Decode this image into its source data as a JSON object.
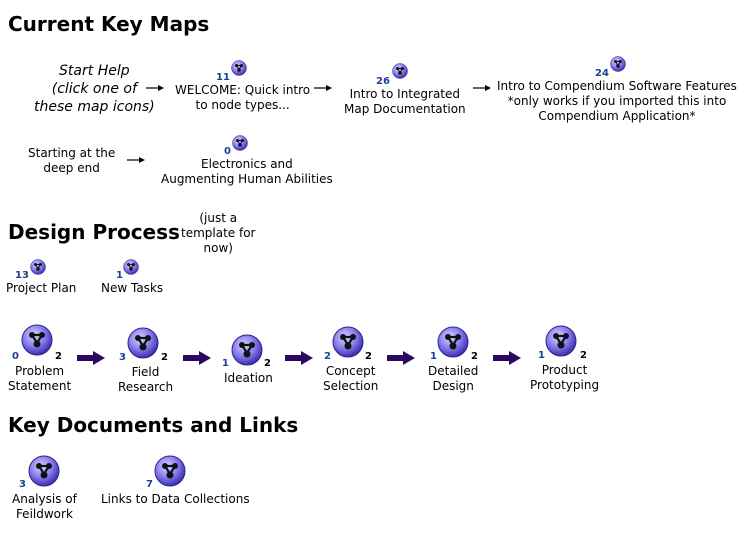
{
  "sections": {
    "current_key_maps": "Current Key Maps",
    "design_process": "Design Process",
    "key_documents": "Key Documents and Links"
  },
  "start_help": {
    "line1": "Start Help",
    "line2": "(click one of",
    "line3": "these map icons)"
  },
  "key_maps": [
    {
      "count": "11",
      "line1": "WELCOME: Quick intro",
      "line2": "to node types..."
    },
    {
      "count": "26",
      "line1": "Intro to Integrated",
      "line2": "Map Documentation"
    },
    {
      "count": "24",
      "line1": "Intro to Compendium Software Features",
      "line2": "*only works if you imported this into",
      "line3": "Compendium Application*"
    }
  ],
  "deep_end": {
    "line1": "Starting at the",
    "line2": "deep end"
  },
  "electronics": {
    "count": "0",
    "line1": "Electronics and",
    "line2": "Augmenting Human Abilities"
  },
  "design_note": {
    "line1": "(just a",
    "line2": "template for",
    "line3": "now)"
  },
  "small_maps": [
    {
      "count": "13",
      "label": "Project Plan"
    },
    {
      "count": "1",
      "label": "New Tasks"
    }
  ],
  "process_steps": [
    {
      "count": "0",
      "links": "2",
      "line1": "Problem",
      "line2": "Statement"
    },
    {
      "count": "3",
      "links": "2",
      "line1": "Field",
      "line2": "Research"
    },
    {
      "count": "1",
      "links": "2",
      "line1": "Ideation",
      "line2": ""
    },
    {
      "count": "2",
      "links": "2",
      "line1": "Concept",
      "line2": "Selection"
    },
    {
      "count": "1",
      "links": "2",
      "line1": "Detailed",
      "line2": "Design"
    },
    {
      "count": "1",
      "links": "2",
      "line1": "Product",
      "line2": "Prototyping"
    }
  ],
  "documents": [
    {
      "count": "3",
      "line1": "Analysis of",
      "line2": "Feildwork"
    },
    {
      "count": "7",
      "line1": "Links to Data Collections",
      "line2": ""
    }
  ],
  "colors": {
    "icon": "#6a5ad6",
    "count": "#1c3f94",
    "arrow": "#2a0a5e"
  },
  "icons": {
    "map": "map-node-icon",
    "arrow": "arrow-right-icon"
  }
}
